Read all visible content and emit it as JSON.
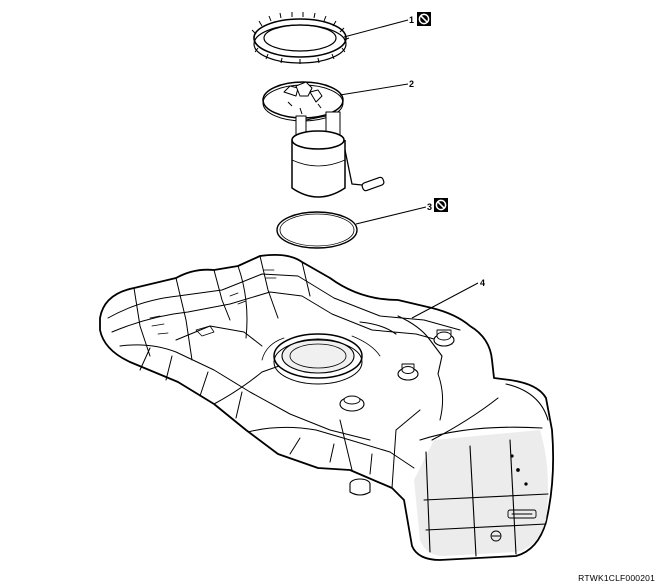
{
  "callouts": [
    {
      "number": "1",
      "no_reuse": true
    },
    {
      "number": "2",
      "no_reuse": false
    },
    {
      "number": "3",
      "no_reuse": true
    },
    {
      "number": "4",
      "no_reuse": false
    }
  ],
  "diagram_code": "RTWK1CLF000201",
  "icons": {
    "no_reuse": "prohibited-icon"
  },
  "colors": {
    "line": "#000000",
    "shade": "#d8d8d8",
    "background": "#ffffff"
  }
}
